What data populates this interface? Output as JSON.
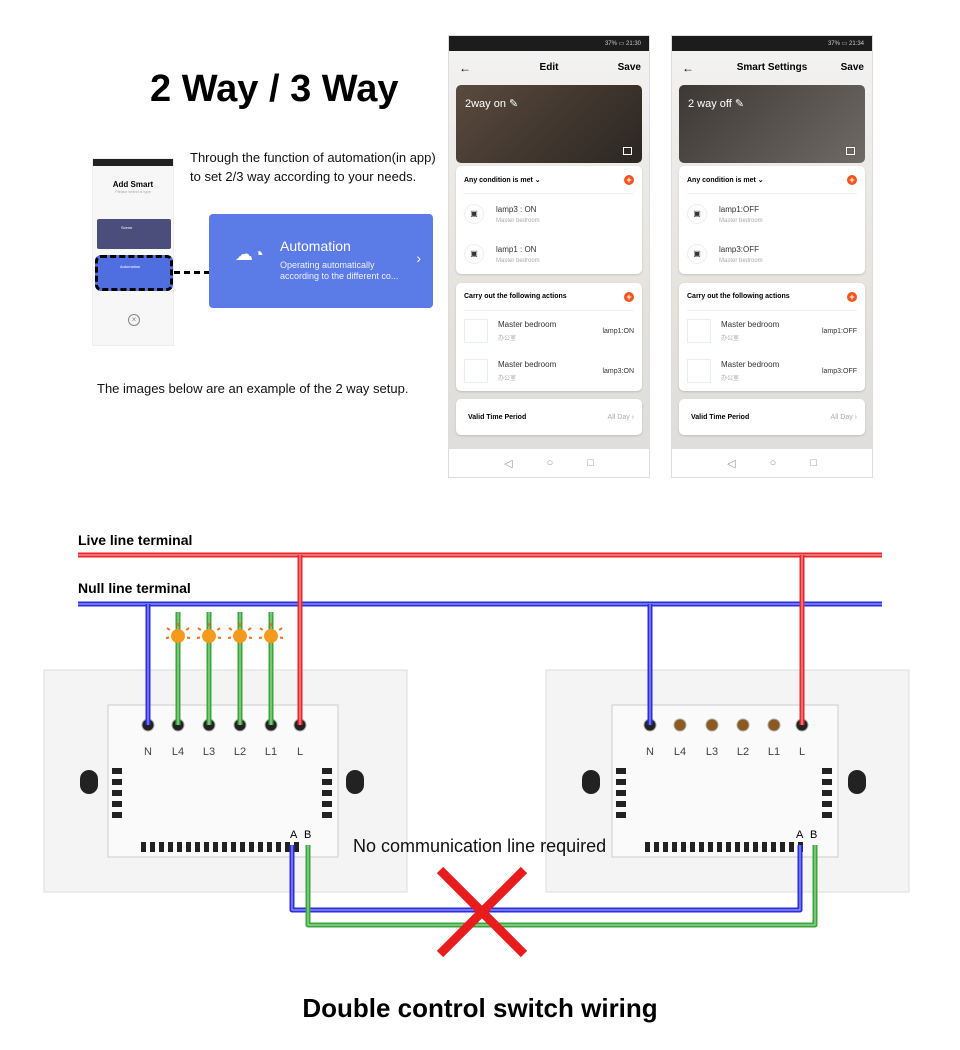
{
  "title": "2 Way / 3 Way",
  "description": [
    "Through the function of  automation(in app)",
    "to set  2/3 way according to your needs."
  ],
  "example_note": "The images below are an example of the 2 way setup.",
  "mini_phone": {
    "title": "Add Smart",
    "subtitle": "Please select a type",
    "scene": "Scene",
    "automation": "Automation"
  },
  "automation_card": {
    "title": "Automation",
    "subtitle_1": "Operating automatically",
    "subtitle_2": "according to the different co...",
    "icon": "weather-clock-icon"
  },
  "phones": [
    {
      "status": "37% ▭ 21:30",
      "back": "←",
      "header": "Edit",
      "save": "Save",
      "scene_name": "2way on ✎",
      "condition_header": "Any condition is met ⌄",
      "conditions": [
        {
          "name": "lamp3 : ON",
          "room": "Master bedroom"
        },
        {
          "name": "lamp1 : ON",
          "room": "Master bedroom"
        }
      ],
      "actions_header": "Carry out the following actions",
      "actions": [
        {
          "name": "Master bedroom",
          "sub": "办公室",
          "state": "lamp1:ON"
        },
        {
          "name": "Master bedroom",
          "sub": "办公室",
          "state": "lamp3:ON"
        }
      ],
      "valid_label": "Valid Time Period",
      "valid_value": "All Day  ›",
      "colors": [
        "#5a4a3e",
        "#2b2622"
      ]
    },
    {
      "status": "37% ▭ 21:34",
      "back": "←",
      "header": "Smart Settings",
      "save": "Save",
      "scene_name": "2 way off ✎",
      "condition_header": "Any condition is met ⌄",
      "conditions": [
        {
          "name": "lamp1:OFF",
          "room": "Master bedroom"
        },
        {
          "name": "lamp3:OFF",
          "room": "Master bedroom"
        }
      ],
      "actions_header": "Carry out the following actions",
      "actions": [
        {
          "name": "Master bedroom",
          "sub": "办公室",
          "state": "lamp1:OFF"
        },
        {
          "name": "Master bedroom",
          "sub": "办公室",
          "state": "lamp3:OFF"
        }
      ],
      "valid_label": "Valid Time Period",
      "valid_value": "All Day  ›",
      "colors": [
        "#3c3835",
        "#706a66"
      ]
    }
  ],
  "wiring": {
    "live_label": "Live line terminal",
    "null_label": "Null line terminal",
    "terminals": [
      "N",
      "L4",
      "L3",
      "L2",
      "L1",
      "L"
    ],
    "comm_a": "A",
    "comm_b": "B",
    "no_comm": "No communication line required",
    "live_color": "#e8262c",
    "null_color": "#2a2ee0",
    "load_color": "#3aa63a"
  },
  "footer": "Double control switch wiring"
}
